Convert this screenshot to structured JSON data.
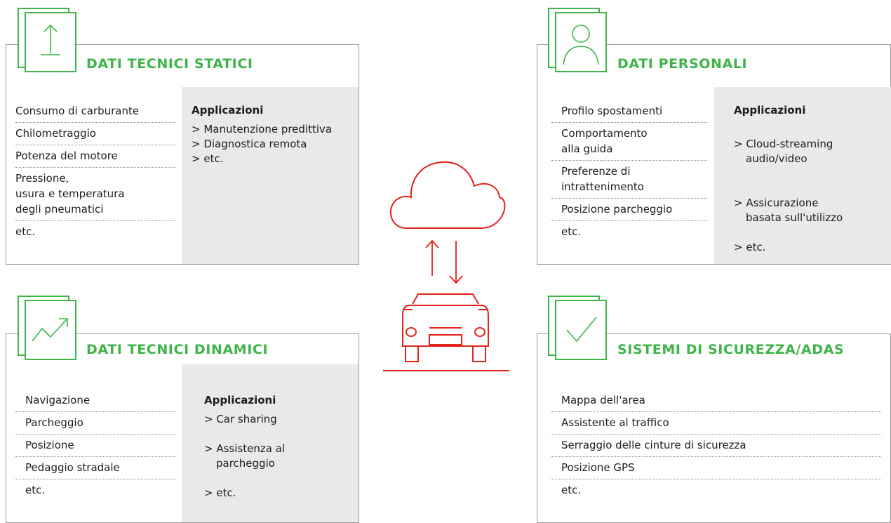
{
  "colors": {
    "green": "#3fb44a",
    "red": "#e2231a",
    "grey_panel": "#e7e9eb",
    "border": "#9a9a9a"
  },
  "center": {
    "icons": [
      "cloud-icon",
      "upload-arrow-icon",
      "download-arrow-icon",
      "car-icon"
    ]
  },
  "panels": {
    "static": {
      "icon": "arrow-up-icon",
      "title": "DATI TECNICI STATICI",
      "items": [
        "Consumo di carburante",
        "Chilometraggio",
        "Potenza del motore",
        "Pressione,\nusura e temperatura\ndegli pneumatici",
        "etc."
      ],
      "apps_heading": "Applicazioni",
      "apps": [
        {
          "first": "> Manutenzione predittiva",
          "rest": ""
        },
        {
          "first": "> Diagnostica remota",
          "rest": ""
        },
        {
          "first": "> etc.",
          "rest": ""
        }
      ]
    },
    "personal": {
      "icon": "person-icon",
      "title": "DATI PERSONALI",
      "items": [
        "Profilo spostamenti",
        "Comportamento\nalla guida",
        "Preferenze di\nintrattenimento",
        "Posizione parcheggio",
        "etc."
      ],
      "apps_heading": "Applicazioni",
      "apps": [
        {
          "first": "> Cloud-streaming",
          "rest": "audio/video"
        },
        {
          "first": "> Assicurazione",
          "rest": "basata sull'utilizzo"
        },
        {
          "first": "> etc.",
          "rest": ""
        }
      ]
    },
    "dynamic": {
      "icon": "trending-up-icon",
      "title": "DATI TECNICI DINAMICI",
      "items": [
        "Navigazione",
        "Parcheggio",
        "Posizione",
        "Pedaggio stradale",
        "etc."
      ],
      "apps_heading": "Applicazioni",
      "apps": [
        {
          "first": "> Car sharing",
          "rest": ""
        },
        {
          "first": "> Assistenza al",
          "rest": "parcheggio"
        },
        {
          "first": "> etc.",
          "rest": ""
        }
      ]
    },
    "safety": {
      "icon": "checkmark-icon",
      "title": "SISTEMI DI SICUREZZA/ADAS",
      "items": [
        "Mappa dell'area",
        "Assistente al traffico",
        "Serraggio delle cinture di sicurezza",
        "Posizione GPS",
        "etc."
      ]
    }
  }
}
